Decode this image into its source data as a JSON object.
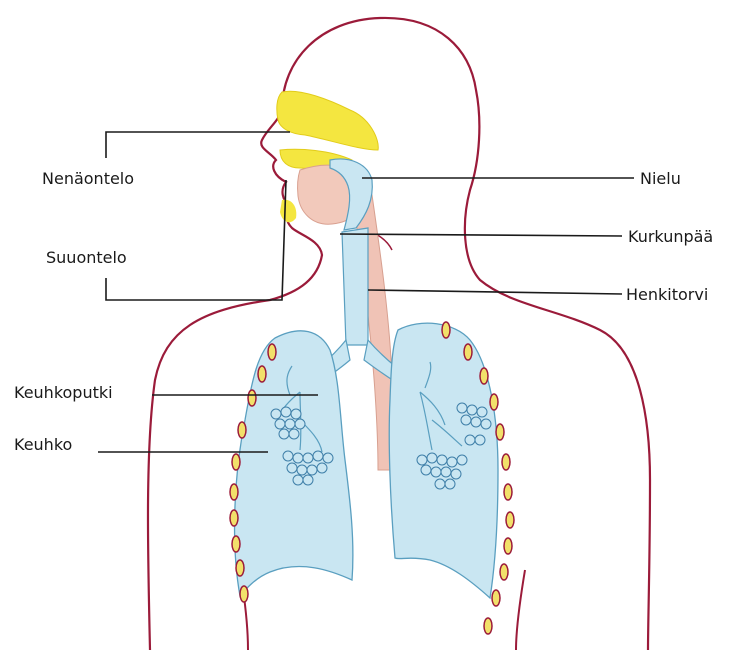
{
  "labels": {
    "nasal_cavity": "Nenäontelo",
    "oral_cavity": "Suuontelo",
    "bronchus": "Keuhkoputki",
    "lung": "Keuhko",
    "pharynx": "Nielu",
    "larynx": "Kurkunpää",
    "trachea": "Henkitorvi"
  },
  "colors": {
    "body_outline": "#9b1b3a",
    "airway_fill": "#c9e6f2",
    "airway_stroke": "#5a9fc0",
    "nasal_yellow": "#f4e640",
    "throat_pink": "#f2c9bb",
    "rib_fill": "#f2e06a",
    "label_line": "#1a1a1a"
  }
}
